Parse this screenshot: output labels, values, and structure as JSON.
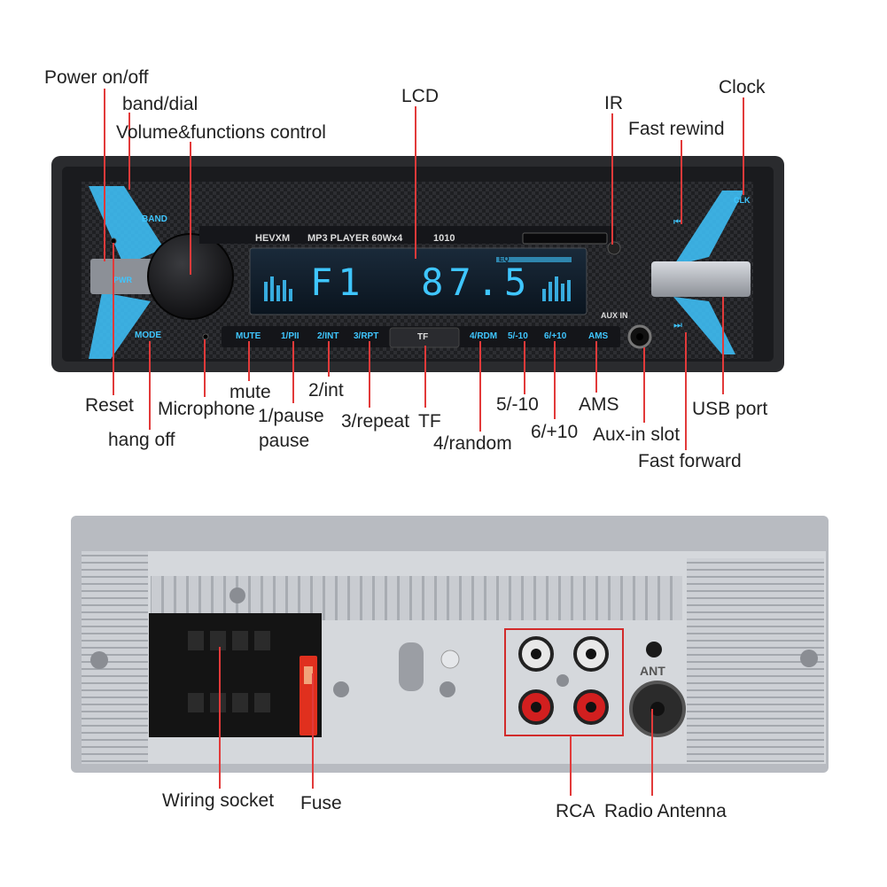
{
  "front_panel": {
    "brand": "HEVXM",
    "model_text": "MP3 PLAYER 60Wx4",
    "model_number": "1010",
    "display_text": "F1  87.5",
    "display_tag": "EQ",
    "aux_label": "AUX IN",
    "buttons": {
      "band": "BAND",
      "pwr": "PWR",
      "mode": "MODE",
      "clk": "CLK",
      "mute": "MUTE",
      "b1": "1/PII",
      "b2": "2/INT",
      "b3": "3/RPT",
      "tf": "TF",
      "b4": "4/RDM",
      "b5": "5/-10",
      "b6": "6/+10",
      "ams": "AMS",
      "prev": "⏮",
      "next": "⏭"
    }
  },
  "rear_panel": {
    "ant_label": "ANT"
  },
  "labels": {
    "power": "Power on/off",
    "band_dial": "band/dial",
    "volume": "Volume&functions control",
    "lcd": "LCD",
    "ir": "IR",
    "clock": "Clock",
    "fast_rewind": "Fast rewind",
    "reset": "Reset",
    "hang_off": "hang off",
    "microphone": "Microphone",
    "mute": "mute",
    "pause1": "1/pause",
    "pause2": "pause",
    "int": "2/int",
    "repeat": "3/repeat",
    "tf": "TF",
    "random": "4/random",
    "minus10": "5/-10",
    "plus10": "6/+10",
    "ams": "AMS",
    "aux_slot": "Aux-in slot",
    "usb": "USB port",
    "fast_forward": "Fast forward",
    "wiring": "Wiring socket",
    "fuse": "Fuse",
    "rca": "RCA",
    "antenna": "Radio Antenna"
  },
  "colors": {
    "callout_line": "#e23a3a",
    "backlight": "#3fc6ff",
    "lcd_bg": "#0f1e2c",
    "rca_box": "#d22b2b"
  }
}
